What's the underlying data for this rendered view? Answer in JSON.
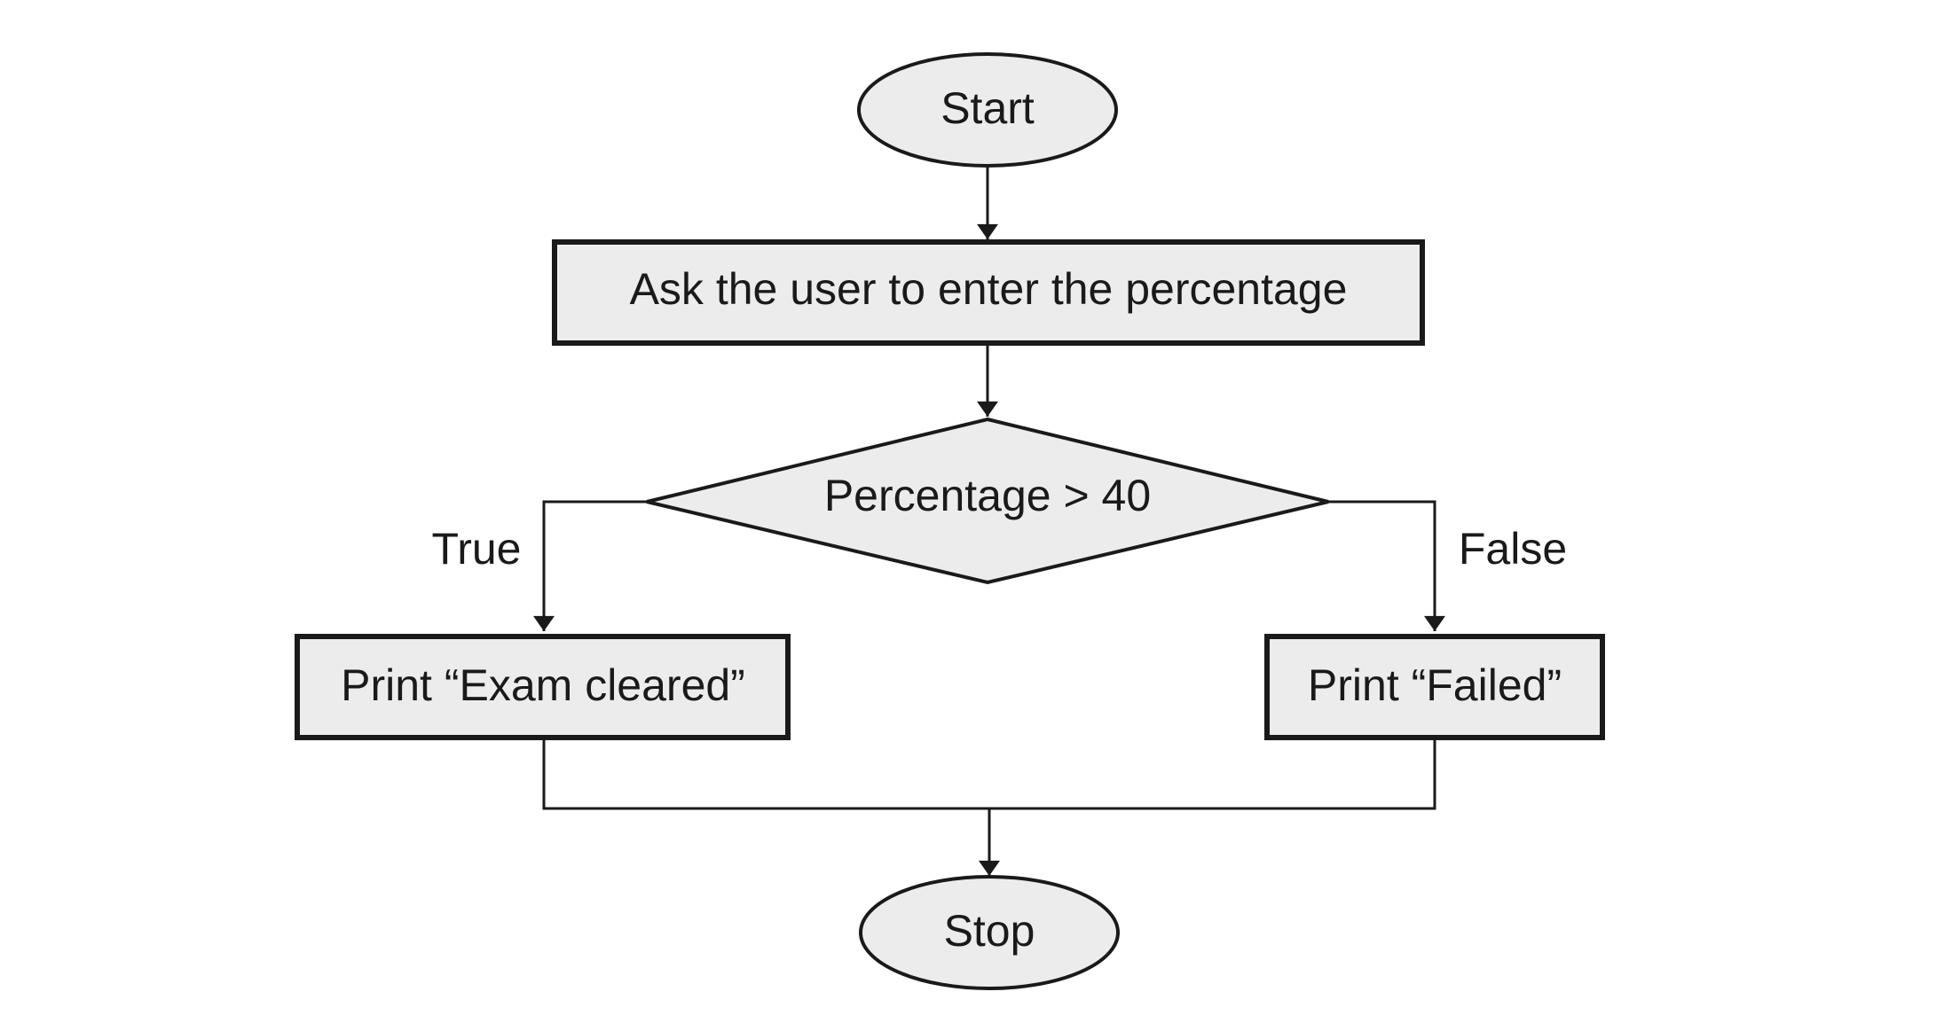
{
  "flowchart": {
    "nodes": {
      "start": {
        "type": "terminal",
        "label": "Start"
      },
      "input": {
        "type": "process",
        "label": "Ask the user to enter the percentage"
      },
      "decision": {
        "type": "decision",
        "label": "Percentage > 40"
      },
      "true_branch": {
        "type": "process",
        "label": "Print “Exam cleared”"
      },
      "false_branch": {
        "type": "process",
        "label": "Print “Failed”"
      },
      "stop": {
        "type": "terminal",
        "label": "Stop"
      }
    },
    "edges": {
      "true_label": "True",
      "false_label": "False"
    },
    "colors": {
      "shape_fill": "#ececec",
      "stroke": "#1a1a1a",
      "background": "#ffffff"
    }
  }
}
